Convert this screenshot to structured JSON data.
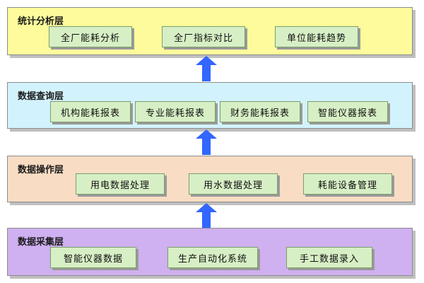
{
  "layers": [
    {
      "title": "统计分析层",
      "color": "#fdfb9b",
      "items": [
        "全厂能耗分析",
        "全厂指标对比",
        "单位能耗趋势"
      ]
    },
    {
      "title": "数据查询层",
      "color": "#d2f3fd",
      "items": [
        "机构能耗报表",
        "专业能耗报表",
        "财务能耗报表",
        "智能仪器报表"
      ]
    },
    {
      "title": "数据操作层",
      "color": "#f9dcc4",
      "items": [
        "用电数据处理",
        "用水数据处理",
        "耗能设备管理"
      ]
    },
    {
      "title": "数据采集层",
      "color": "#cfb0f0",
      "items": [
        "智能仪器数据",
        "生产自动化系统",
        "手工数据录入"
      ]
    }
  ],
  "colors": {
    "node_fill": "#d7efc5",
    "arrow": "#3366ff"
  }
}
